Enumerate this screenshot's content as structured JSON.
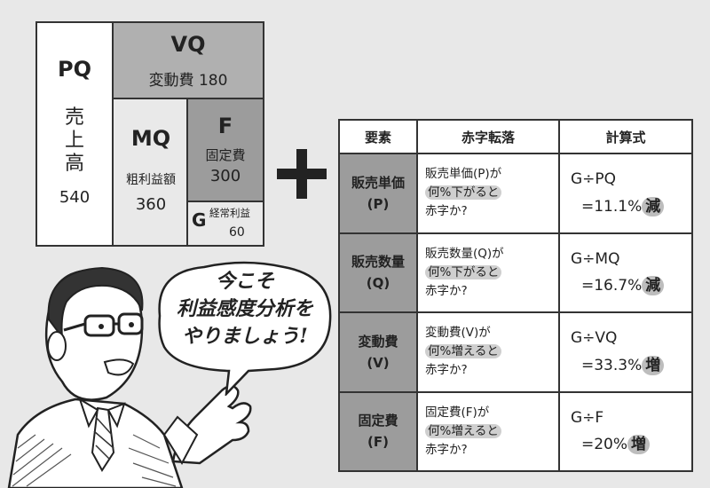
{
  "diagram": {
    "pq": {
      "code": "PQ",
      "label_lines": [
        "売",
        "上",
        "高"
      ],
      "value": "540"
    },
    "vq": {
      "code": "VQ",
      "label": "変動費",
      "value": "180"
    },
    "mq": {
      "code": "MQ",
      "label": "粗利益額",
      "value": "360"
    },
    "f": {
      "code": "F",
      "label": "固定費",
      "value": "300"
    },
    "g": {
      "code": "G",
      "label": "経常利益",
      "value": "60"
    }
  },
  "plus_symbol": "+",
  "speech": {
    "lines": [
      "今こそ",
      "利益感度分析を",
      "やりましょう!"
    ]
  },
  "table": {
    "headers": [
      "要素",
      "赤字転落",
      "計算式"
    ],
    "rows": [
      {
        "element": "販売単価",
        "code": "(P)",
        "q1": "販売単価(P)が",
        "q2": "何%下がると",
        "q3": "赤字か?",
        "formula": "G÷PQ",
        "result": "=11.1%",
        "dir": "減"
      },
      {
        "element": "販売数量",
        "code": "(Q)",
        "q1": "販売数量(Q)が",
        "q2": "何%下がると",
        "q3": "赤字か?",
        "formula": "G÷MQ",
        "result": "=16.7%",
        "dir": "減"
      },
      {
        "element": "変動費",
        "code": "(V)",
        "q1": "変動費(V)が",
        "q2": "何%増えると",
        "q3": "赤字か?",
        "formula": "G÷VQ",
        "result": "=33.3%",
        "dir": "増"
      },
      {
        "element": "固定費",
        "code": "(F)",
        "q1": "固定費(F)が",
        "q2": "何%増えると",
        "q3": "赤字か?",
        "formula": "G÷F",
        "result": "=20%",
        "dir": "増"
      }
    ]
  },
  "colors": {
    "background": "#e8e8e8",
    "dark_gray": "#9c9c9c",
    "mid_gray": "#b0b0b0",
    "light_gray": "#e9e9e9"
  }
}
